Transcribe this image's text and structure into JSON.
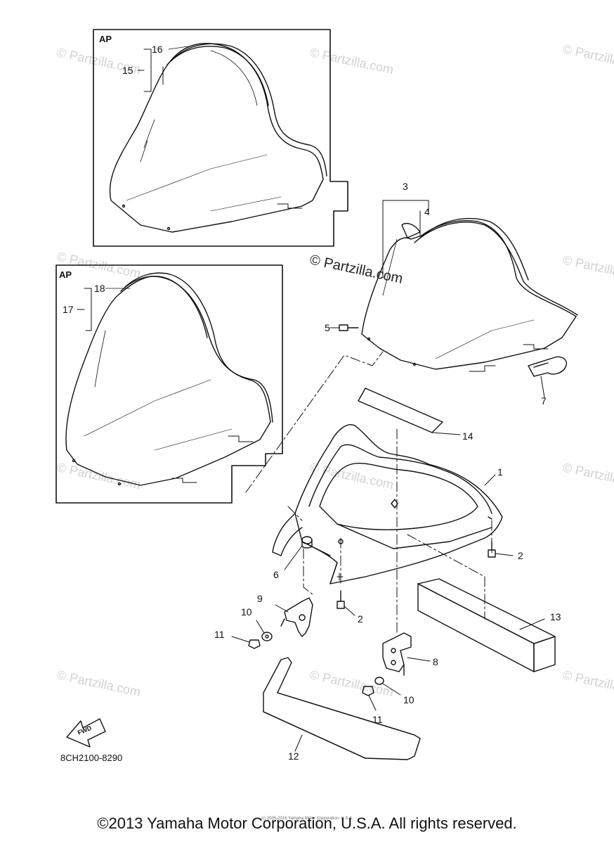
{
  "diagram": {
    "box_labels": [
      "AP",
      "AP"
    ],
    "part_numbers": [
      "1",
      "2",
      "2",
      "3",
      "4",
      "5",
      "6",
      "7",
      "8",
      "9",
      "10",
      "10",
      "11",
      "11",
      "12",
      "13",
      "14",
      "15",
      "16",
      "17",
      "18"
    ],
    "diagram_code": "8CH2100-8290",
    "fwd_label": "FWD",
    "watermark_main": "© Partzilla.com",
    "watermark_faint": "© Partzilla.com",
    "copyright": "©2013 Yamaha Motor Corporation, U.S.A. All rights reserved.",
    "tiny_note": "(c) 2005-2016 Yamaha Motor Corporation, U.S.A."
  }
}
